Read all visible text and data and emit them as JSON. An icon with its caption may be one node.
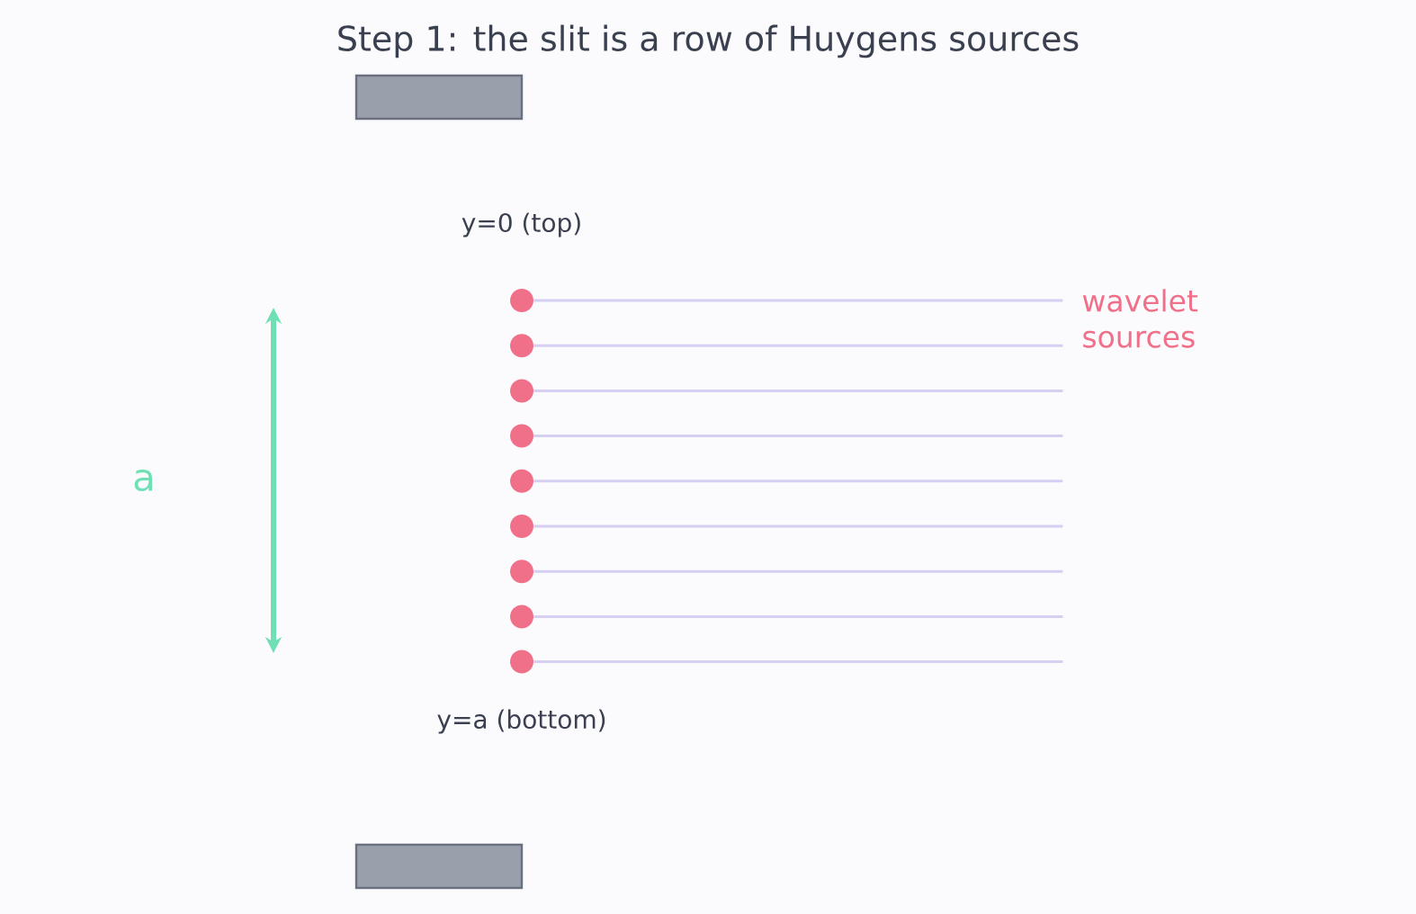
{
  "diagram": {
    "title": "Step 1: the slit is a row of Huygens sources",
    "nodes": [
      {
        "text": [],
        "shape": "box"
      },
      {
        "text": [],
        "shape": "circle"
      },
      {
        "text": [],
        "shape": "circle"
      },
      {
        "text": [],
        "shape": "circle"
      },
      {
        "text": [],
        "shape": "circle"
      },
      {
        "text": [],
        "shape": "circle"
      },
      {
        "text": [],
        "shape": "circle"
      },
      {
        "text": [],
        "shape": "circle"
      },
      {
        "text": [],
        "shape": "circle"
      },
      {
        "text": [],
        "shape": "circle"
      },
      {
        "text": [],
        "shape": "box"
      }
    ],
    "edges": [
      {
        "from": 1,
        "to": null,
        "arrow": "none"
      },
      {
        "from": 2,
        "to": null,
        "arrow": "none"
      },
      {
        "from": 3,
        "to": null,
        "arrow": "none"
      },
      {
        "from": 4,
        "to": null,
        "arrow": "none"
      },
      {
        "from": 5,
        "to": null,
        "arrow": "none"
      },
      {
        "from": 6,
        "to": null,
        "arrow": "none"
      },
      {
        "from": 7,
        "to": null,
        "arrow": "none"
      },
      {
        "from": 8,
        "to": null,
        "arrow": "none"
      },
      {
        "from": 9,
        "to": null,
        "arrow": "none"
      }
    ],
    "labels": [
      "y=0 (top)",
      "wavelet sources",
      "a",
      "y=a (bottom)"
    ]
  }
}
